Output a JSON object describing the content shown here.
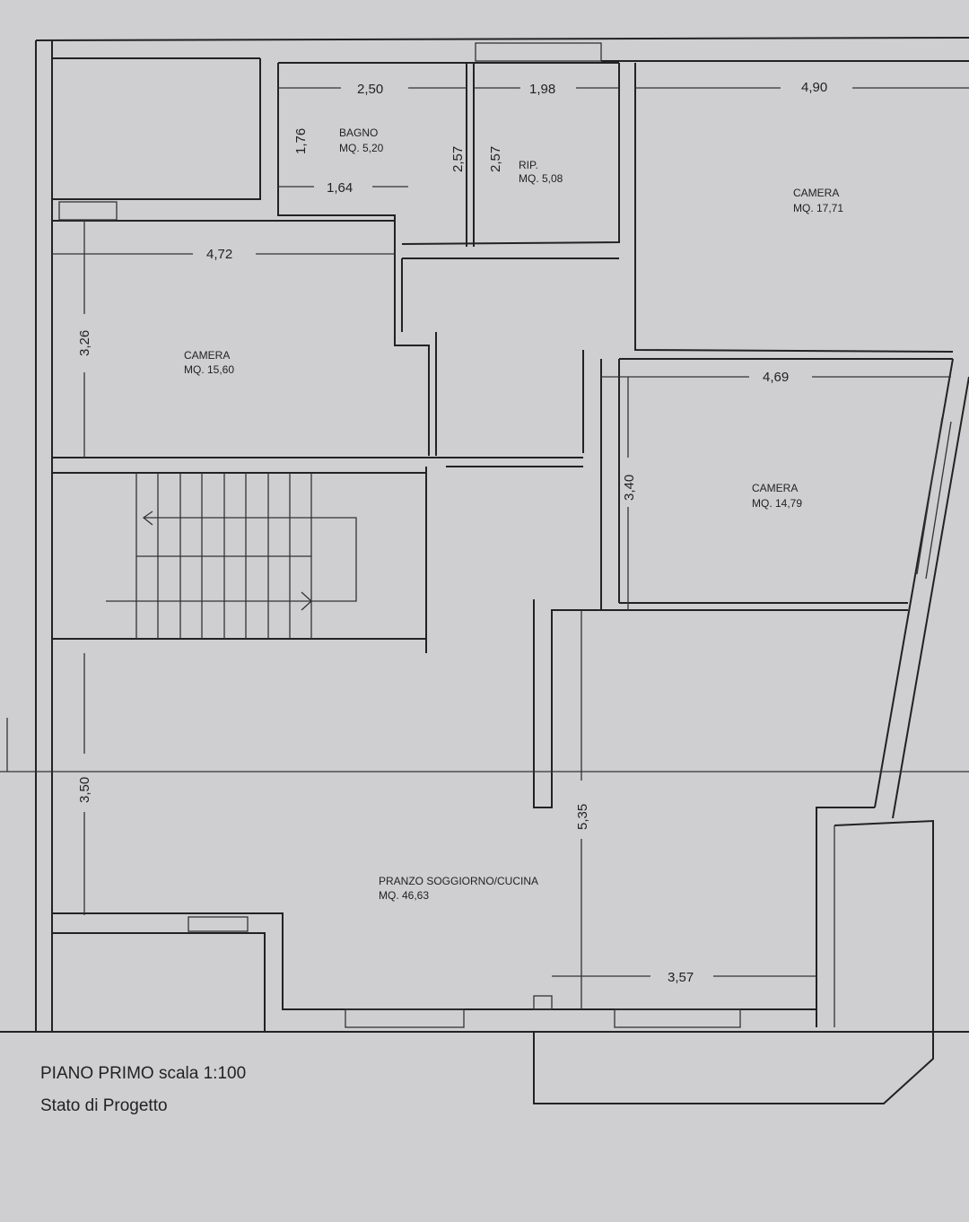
{
  "caption": {
    "title": "PIANO PRIMO  scala 1:100",
    "subtitle": "Stato di Progetto"
  },
  "rooms": {
    "bagno": {
      "name": "BAGNO",
      "area": "MQ. 5,20"
    },
    "rip": {
      "name": "RIP.",
      "area": "MQ. 5,08"
    },
    "camera1": {
      "name": "CAMERA",
      "area": "MQ. 17,71"
    },
    "camera2": {
      "name": "CAMERA",
      "area": "MQ. 15,60"
    },
    "camera3": {
      "name": "CAMERA",
      "area": "MQ. 14,79"
    },
    "pranzo": {
      "name": "PRANZO SOGGIORNO/CUCINA",
      "area": "MQ. 46,63"
    }
  },
  "dimensions": {
    "d1": "2,50",
    "d2": "1,98",
    "d3": "4,90",
    "d4": "1,76",
    "d5": "2,57",
    "d6": "2,57",
    "d7": "1,64",
    "d8": "4,72",
    "d9": "3,26",
    "d10": "4,69",
    "d11": "3,40",
    "d12": "3,50",
    "d13": "5,35",
    "d14": "3,57"
  }
}
